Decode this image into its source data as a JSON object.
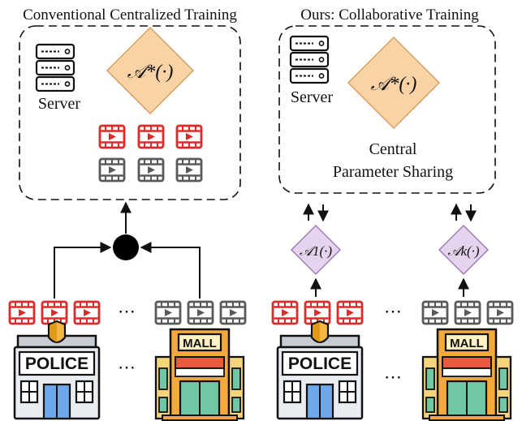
{
  "panels": {
    "left": {
      "title": "Conventional Centralized Training",
      "server_label": "Server",
      "model_label": "𝒜*(·)"
    },
    "right": {
      "title": "Ours: Collaborative Training",
      "server_label": "Server",
      "model_label": "𝒜*(·)",
      "sharing_line1": "Central",
      "sharing_line2": "Parameter Sharing",
      "client_model_1": "𝒜1(·)",
      "client_model_k": "𝒜k(·)"
    }
  },
  "ellipsis": "⋯",
  "building_labels": {
    "police": "POLICE",
    "mall": "MALL"
  },
  "icons": [
    "server-icon",
    "video-icon",
    "police-building-icon",
    "mall-building-icon"
  ],
  "colors": {
    "model_diamond_fill": "#f9d3a5",
    "model_diamond_stroke": "#d9a066",
    "client_diamond_fill": "#e6d3ee",
    "client_diamond_stroke": "#a17cb8",
    "video_red": "#e02a2a",
    "video_gray": "#595959"
  }
}
